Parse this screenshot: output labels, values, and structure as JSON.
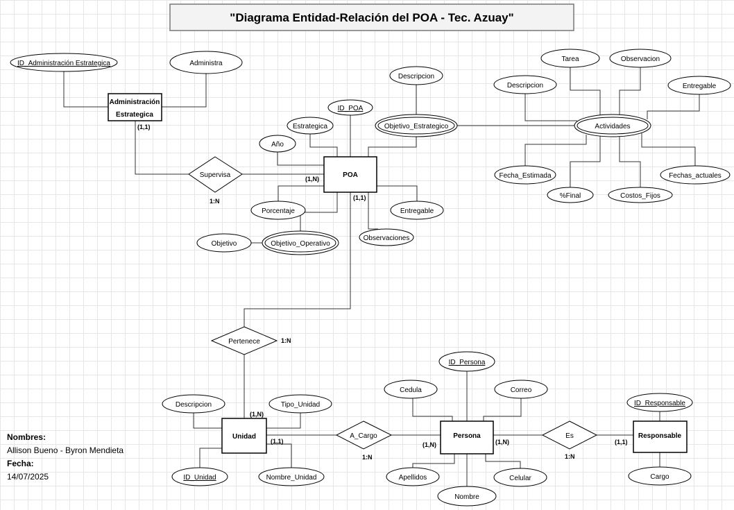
{
  "title": "\"Diagrama Entidad-Relación del POA - Tec. Azuay\"",
  "entities": {
    "adm_line1": "Administración",
    "adm_line2": "Estrategica",
    "poa": "POA",
    "unidad": "Unidad",
    "persona": "Persona",
    "responsable": "Responsable"
  },
  "relationships": {
    "supervisa": "Supervisa",
    "pertenece": "Pertenece",
    "a_cargo": "A_Cargo",
    "es": "Es"
  },
  "attributes": {
    "id_adm": "ID_Administración Estrategica",
    "administra": "Administra",
    "descripcion_obj": "Descripcion",
    "id_poa": "ID_POA",
    "estrategica": "Estrategica",
    "objetivo_estrategico": "Objetivo_Estrategico",
    "anio": "Año",
    "porcentaje": "Porcentaje",
    "entregable_poa": "Entregable",
    "objetivo": "Objetivo",
    "objetivo_operativo": "Objetivo_Operativo",
    "observaciones": "Observaciones",
    "tarea": "Tarea",
    "observacion": "Observacion",
    "descripcion_act": "Descripcion",
    "entregable_act": "Entregable",
    "actividades": "Actividades",
    "fecha_estimada": "Fecha_Estimada",
    "fechas_actuales": "Fechas_actuales",
    "final": "%Final",
    "costos_fijos": "Costos_Fijos",
    "id_persona": "ID_Persona",
    "cedula": "Cedula",
    "correo": "Correo",
    "apellidos": "Apellidos",
    "celular": "Celular",
    "nombre": "Nombre",
    "descripcion_uni": "Descripcion",
    "tipo_unidad": "Tipo_Unidad",
    "id_unidad": "ID_Unidad",
    "nombre_unidad": "Nombre_Unidad",
    "id_responsable": "ID_Responsable",
    "cargo": "Cargo"
  },
  "cardinalities": {
    "adm": "(1,1)",
    "poa_supervisa": "(1,N)",
    "supervisa": "1:N",
    "poa_pertenece": "(1,1)",
    "pertenece": "1:N",
    "unidad_top": "(1,N)",
    "unidad_right": "(1,1)",
    "a_cargo": "1:N",
    "persona_left": "(1,N)",
    "persona_right": "(1,N)",
    "es": "1:N",
    "responsable": "(1,1)"
  },
  "info": {
    "nombres_label": "Nombres:",
    "nombres": "Allison Bueno - Byron Mendieta",
    "fecha_label": "Fecha:",
    "fecha": "14/07/2025"
  }
}
